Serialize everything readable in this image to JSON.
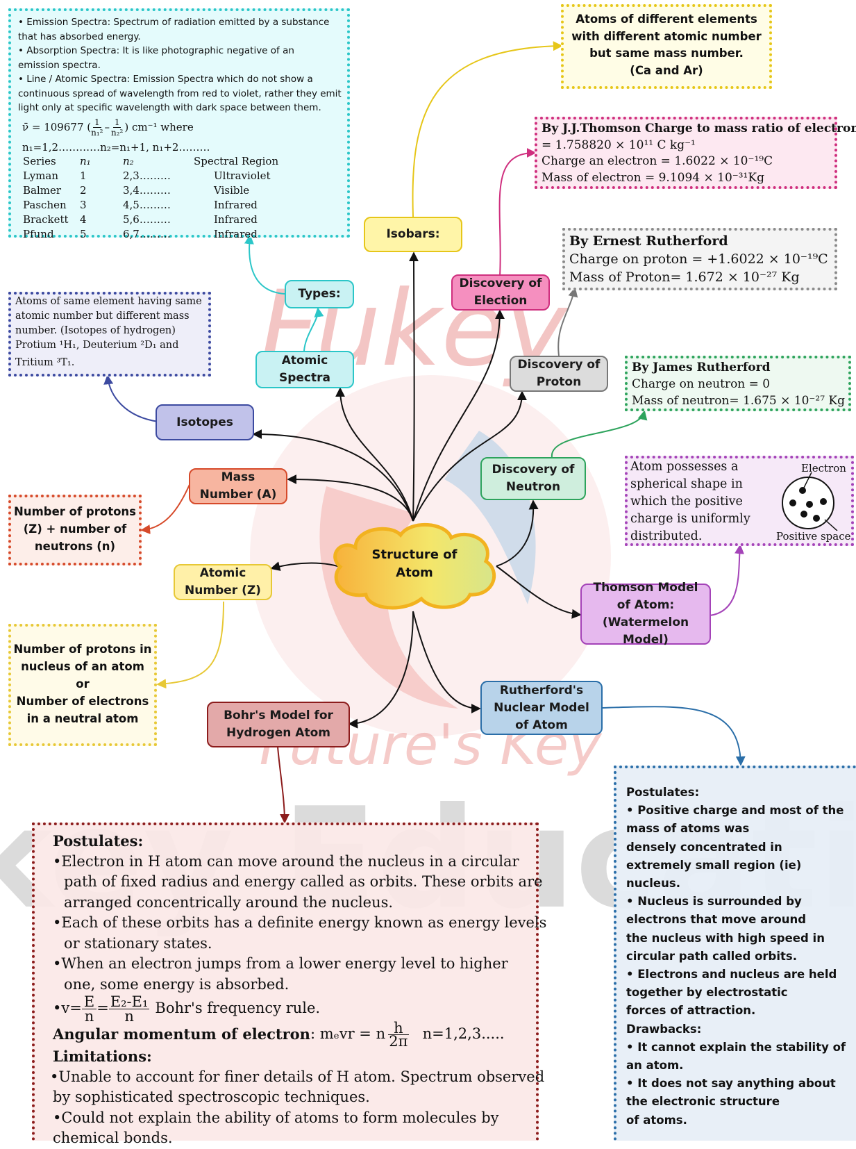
{
  "watermark": {
    "logo_main": "Fukey",
    "logo_sub": "Future's Key",
    "banner": "Fukey Education"
  },
  "colors": {
    "types": "#2bc6c8",
    "isobars": "#e6c619",
    "election": "#cf2f7e",
    "proton": "#777777",
    "neutron": "#2da35c",
    "thomson": "#a443b8",
    "isotopes": "#3c4aa0",
    "mass": "#d64a2a",
    "atomic_number": "#e7c836",
    "bohr": "#8c1c1c",
    "rutherford": "#2a6ea8"
  },
  "nodes": {
    "center": "Structure of Atom",
    "types": "Types:",
    "atomic_spectra": "Atomic Spectra",
    "isobars": "Isobars:",
    "discovery_election": "Discovery of Election",
    "discovery_proton": "Discovery of Proton",
    "discovery_neutron": "Discovery of Neutron",
    "thomson_model": "Thomson Model of Atom: (Watermelon Model)",
    "isotopes": "Isotopes",
    "mass_number": "Mass Number (A)",
    "atomic_number": "Atomic Number (Z)",
    "bohr_model": "Bohr's Model for Hydrogen Atom",
    "rutherford_model": "Rutherford's Nuclear Model of Atom"
  },
  "spectra_box": {
    "bullets": [
      "• Emission Spectra: Spectrum of radiation emitted by a substance",
      "that has absorbed energy.",
      "• Absorption Spectra: It is like photographic negative of an",
      "emission spectra.",
      "• Line / Atomic Spectra: Emission Spectra which do not show a",
      "continuous spread of wavelength from red to violet, rather they emit",
      "light only at specific wavelength with dark space between them."
    ],
    "formula_prefix": "ν̄ = 109677 (",
    "formula_t1": "1",
    "formula_b1": "n₁²",
    "formula_t2": "1",
    "formula_b2": "n₂²",
    "formula_suffix": ") cm⁻¹ where",
    "n_line": "n₁=1,2…………n₂=n₁+1, n₁+2………",
    "table_header": [
      "Series",
      "n₁",
      "n₂",
      "Spectral Region"
    ],
    "table_rows": [
      [
        "Lyman",
        "1",
        "2,3………",
        "Ultraviolet"
      ],
      [
        "Balmer",
        "2",
        "3,4………",
        "Visible"
      ],
      [
        "Paschen",
        "3",
        "4,5………",
        "Infrared"
      ],
      [
        "Brackett",
        "4",
        "5,6………",
        "Infrared"
      ],
      [
        "Pfund",
        "5",
        "6,7………",
        "Infrared"
      ]
    ]
  },
  "isobars_box": {
    "lines": [
      "Atoms of different elements",
      "with different atomic number",
      "but same mass number.",
      "(Ca and Ar)"
    ]
  },
  "electron_box": {
    "lines": [
      "By J.J.Thomson Charge to mass ratio of electron",
      "= 1.758820 × 10¹¹ C kg⁻¹",
      "Charge an electron = 1.6022 × 10⁻¹⁹C",
      "Mass of electron = 9.1094 × 10⁻³¹Kg"
    ]
  },
  "proton_box": {
    "lines": [
      "By Ernest Rutherford",
      "Charge on proton = +1.6022 × 10⁻¹⁹C",
      "Mass of Proton= 1.672 × 10⁻²⁷ Kg"
    ]
  },
  "neutron_box": {
    "lines": [
      "By James Rutherford",
      "Charge on neutron = 0",
      "Mass of neutron= 1.675 × 10⁻²⁷ Kg"
    ]
  },
  "thomson_box": {
    "lines": [
      "Atom possesses a",
      "spherical shape in",
      "which the positive",
      "charge is uniformly",
      "distributed."
    ],
    "label_electron": "Electron",
    "label_positive": "Positive space"
  },
  "isotopes_box": {
    "lines": [
      "Atoms of same element having same",
      "atomic number but different mass",
      "number. (Isotopes of hydrogen)",
      "Protium ¹H₁, Deuterium ²D₁ and",
      "Tritium ³T₁."
    ]
  },
  "mass_box": {
    "lines": [
      "Number of protons",
      "(Z) + number of",
      "neutrons (n)"
    ]
  },
  "atomic_box": {
    "lines": [
      "Number of protons in",
      "nucleus of an atom",
      "or",
      "Number of electrons",
      "in a neutral atom"
    ]
  },
  "bohr_box": {
    "postulates_title": "Postulates:",
    "p1a": "•Electron in H atom can move around the nucleus in a circular",
    "p1b": "path of fixed radius and energy called as orbits. These orbits are",
    "p1c": "arranged concentrically around the nucleus.",
    "p2a": "•Each of these orbits has a definite energy known as energy levels",
    "p2b": "or stationary states.",
    "p3a": "•When an electron jumps from a lower energy level to higher",
    "p3b": "one, some energy is absorbed.",
    "freq_v": "•v=",
    "freq_E": "E",
    "freq_n1": "n",
    "freq_eq": "=",
    "freq_E21": "E₂-E₁",
    "freq_n2": "n",
    "freq_rule": "Bohr's frequency rule.",
    "ang_label": "Angular momentum of electron",
    "ang_eq": ":  mₑvr = n",
    "ang_h": "h",
    "ang_2pi": "2π",
    "ang_n": "n=1,2,3.....",
    "limitations_title": "Limitations:",
    "l1a": "•Unable to account for finer details of H atom. Spectrum observed",
    "l1b": "by  sophisticated spectroscopic techniques.",
    "l2a": "•Could not explain the ability of atoms to form molecules by",
    "l2b": "chemical bonds."
  },
  "rutherford_box": {
    "lines": [
      "Postulates:",
      "• Positive charge and most of the",
      "mass of atoms was",
      "densely concentrated in",
      "extremely small region (ie)",
      "nucleus.",
      "• Nucleus is surrounded by",
      "electrons that move around",
      "the nucleus with high speed in",
      "circular path called orbits.",
      "• Electrons and nucleus are held",
      "together by electrostatic",
      "forces of attraction.",
      "Drawbacks:",
      "• It cannot explain the stability of",
      "an atom.",
      "• It does not say anything about",
      "the electronic structure",
      "of atoms."
    ]
  }
}
